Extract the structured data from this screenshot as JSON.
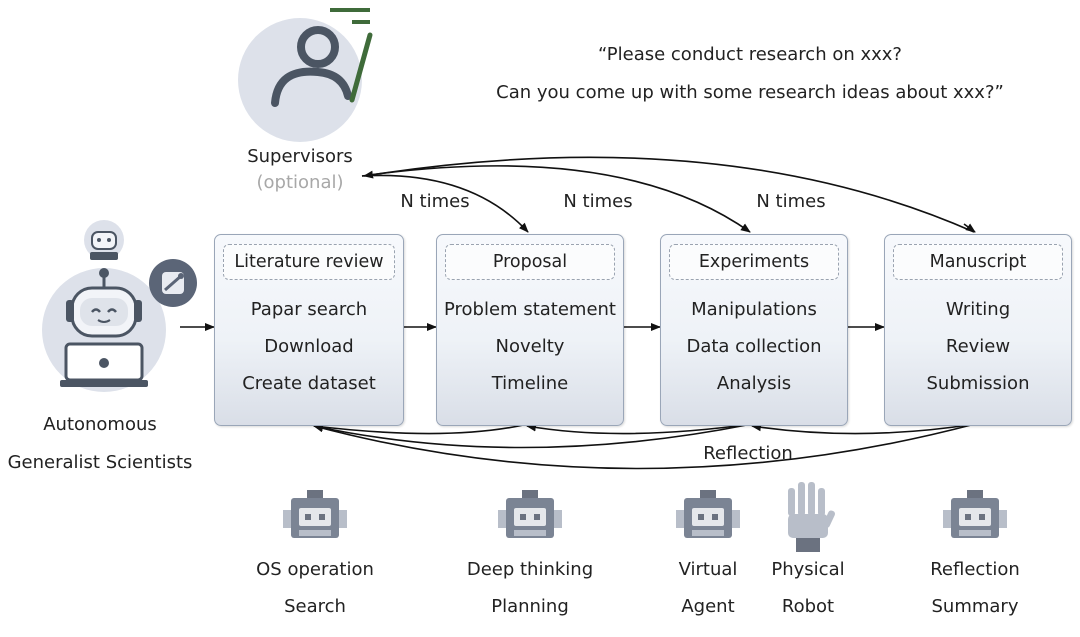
{
  "quote": {
    "line1": "“Please conduct research on xxx?",
    "line2": "Can you come up with some research ideas about xxx?”"
  },
  "supervisor": {
    "label": "Supervisors",
    "note": "(optional)"
  },
  "scientist": {
    "line1": "Autonomous",
    "line2": "Generalist Scientists"
  },
  "loop_labels": {
    "n1": "N times",
    "n2": "N times",
    "n3": "N times",
    "reflection": "Reflection"
  },
  "stages": [
    {
      "title": "Literature review",
      "items": [
        "Papar search",
        "Download",
        "Create dataset"
      ]
    },
    {
      "title": "Proposal",
      "items": [
        "Problem statement",
        "Novelty",
        "Timeline"
      ]
    },
    {
      "title": "Experiments",
      "items": [
        "Manipulations",
        "Data collection",
        "Analysis"
      ]
    },
    {
      "title": "Manuscript",
      "items": [
        "Writing",
        "Review",
        "Submission"
      ]
    }
  ],
  "agents": [
    {
      "line1": "OS operation",
      "line2": "Search",
      "icon": "robot-icon"
    },
    {
      "line1": "Deep thinking",
      "line2": "Planning",
      "icon": "robot-icon"
    },
    {
      "line1": "Virtual",
      "line2": "Agent",
      "icon": "robot-icon"
    },
    {
      "line1": "Physical",
      "line2": "Robot",
      "icon": "robot-hand-icon"
    },
    {
      "line1": "Reflection",
      "line2": "Summary",
      "icon": "robot-icon"
    }
  ],
  "colors": {
    "icon_bg": "#dde1ea",
    "icon_stroke": "#4b5563",
    "accent_green": "#3f6b3a",
    "box_border": "#9aa6b8",
    "gray_note": "#a8a8a8"
  }
}
